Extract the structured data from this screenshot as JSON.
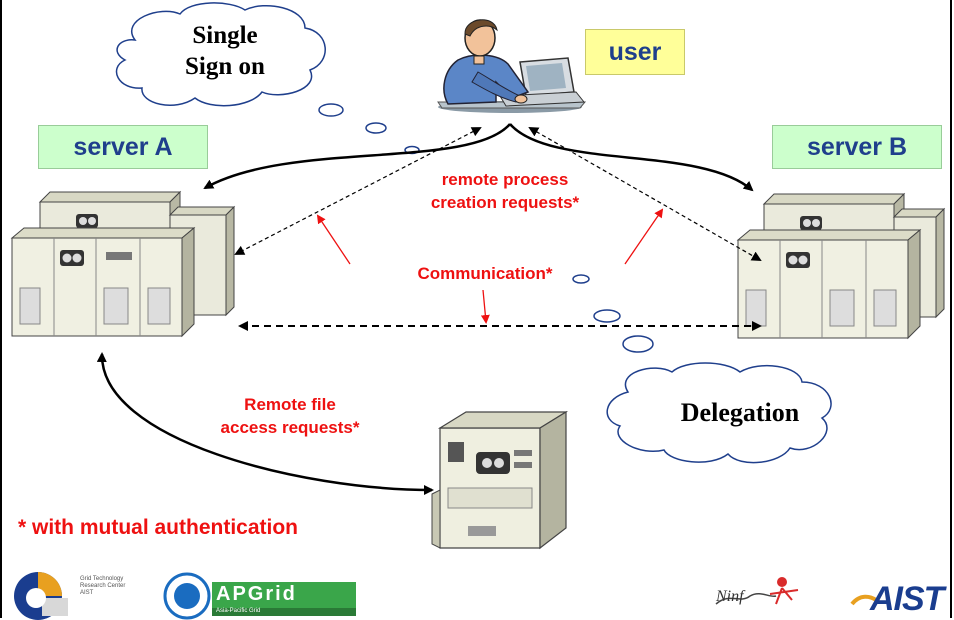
{
  "labels": {
    "user": "user",
    "server_a": "server A",
    "server_b": "server B"
  },
  "clouds": {
    "single_sign_on_line1": "Single",
    "single_sign_on_line2": "Sign on",
    "delegation": "Delegation"
  },
  "annotations": {
    "remote_process_line1": "remote process",
    "remote_process_line2": "creation requests*",
    "communication": "Communication*",
    "remote_file_line1": "Remote file",
    "remote_file_line2": "access requests*",
    "mutual_auth": "* with mutual authentication"
  },
  "logos": {
    "gtrc_text": "Grid Technology Research Center AIST",
    "apgrid": "APGrid",
    "apgrid_sub": "Asia-Pacific Grid",
    "ninf": "Ninf",
    "aist": "AIST"
  },
  "colors": {
    "label_text": "#1f3f8c",
    "user_box": "#ffff99",
    "server_box": "#ccffcc",
    "annotation_red": "#ee1111"
  }
}
